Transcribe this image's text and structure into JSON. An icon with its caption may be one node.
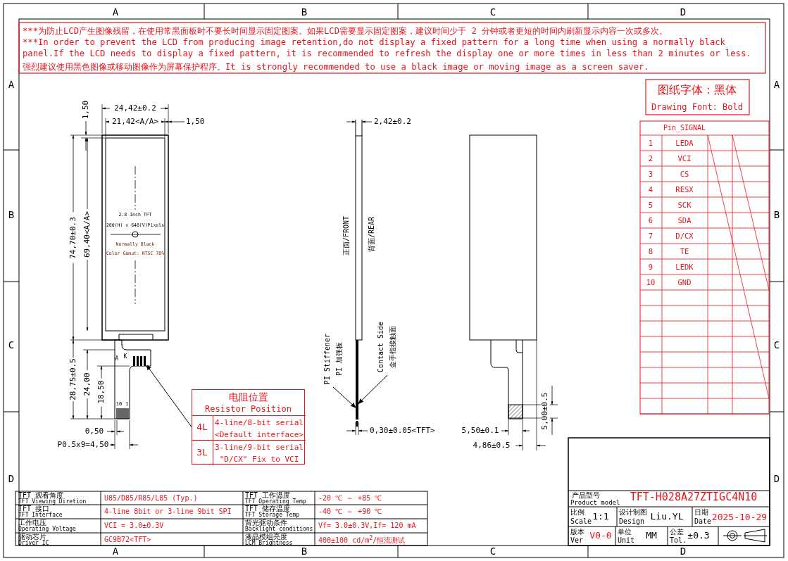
{
  "diagram": {
    "nodes": [
      {
        "text": [
          "电阻位置",
          "Resistor Position"
        ]
      },
      {
        "text": [],
        "shape": "box"
      },
      {
        "text": [
          "PI Stiffener",
          "PI 加强板"
        ]
      },
      {
        "text": [
          "Contact Side",
          "金手指接触面"
        ]
      },
      {
        "text": [],
        "shape": "bar"
      }
    ],
    "edges": [
      {
        "from": 0,
        "to": 1,
        "arrow": "to"
      },
      {
        "from": 2,
        "to": 4,
        "arrow": "to"
      },
      {
        "from": 3,
        "to": 4,
        "arrow": "to"
      }
    ],
    "labels": [
      "A",
      "B",
      "C",
      "D",
      "A",
      "B",
      "C",
      "D",
      "A",
      "B",
      "C",
      "D",
      "A",
      "B",
      "C",
      "D",
      "***为防止LCD产生图像残留，在使用常黑面板时不要长时间显示固定图案。如果LCD需要显示固定图案，建议时间少于 2 分钟或者更短的时间内刷新显示内容一次或多次。",
      "***In order to prevent the LCD from producing image retention,do not display a fixed pattern for a long time when using a normally black panel.If the LCD needs to display a fixed pattern, it is recommended to refresh the display one or more times in less than 2 minutes or less.",
      "强烈建议使用黑色图像或移动图像作为屏幕保护程序。It is strongly recommended to use a black image or moving image as a screen saver.",
      "图纸字体：黑体",
      "Drawing Font: Bold",
      "Pin_SIGNAL",
      "1",
      "LEDA",
      "2",
      "VCI",
      "3",
      "CS",
      "4",
      "RESX",
      "5",
      "SCK",
      "6",
      "SDA",
      "7",
      "D/CX",
      "8",
      "TE",
      "9",
      "LEDK",
      "10",
      "GND",
      "24,42±0.2",
      "21,42<A/A>",
      "1,50",
      "1,50",
      "74,70±0.3",
      "69,40<A/A>",
      "2.8 Inch TFT",
      "200(H) x 648(V)Pixels",
      "Normally Black",
      "Color Gamut: NTSC 70%",
      "A",
      "K",
      "10",
      "1",
      "28,75±0.5",
      "24,00",
      "18,50",
      "0,50",
      "P0.5x9=4,50",
      "4L",
      "4-line/8-bit serial <Default interface>",
      "3L",
      "3-line/9-bit serial \"D/CX\" Fix to VCI",
      "2,42±0.2",
      "正面/FRONT",
      "背面/REAR",
      "0,30±0.05<TFT>",
      "5,00±0.5",
      "5,50±0.1",
      "4,86±0.5",
      "TFT 观看角度",
      "TFT Viewing Diretion",
      "U85/D85/R85/L85 (Typ.)",
      "TFT 工作温度",
      "TFT Operating Temp",
      "-20 ℃ ～ +85 ℃",
      "TFT 接口",
      "TFT Interface",
      "4-line 8bit or 3-line 9bit SPI",
      "TFT 储存温度",
      "TFT Storage Temp",
      "-40 ℃ ～ +90 ℃",
      "工作电压",
      "Operating Voltage",
      "VCI = 3.0±0.3V",
      "背光驱动条件",
      "Backlight conditions",
      "Vf= 3.0±0.3V,If= 120 mA",
      "驱动芯片",
      "Driver IC",
      "GC9B72<TFT>",
      "液晶模组亮度",
      "LCM Brightness",
      "400±100 cd/m$^{2}$/恒流测试",
      "产品型号",
      "Product model",
      "TFT-H028A27ZTIGC4N10",
      "比例",
      "Scale",
      "1:1",
      "设计制图",
      "Design",
      "Liu.YL",
      "日期",
      "Date",
      "2025-10-29",
      "版本",
      "Ver",
      "V0-0",
      "单位",
      "Unit",
      "MM",
      "公差",
      "Tol.",
      "±0.3"
    ]
  }
}
